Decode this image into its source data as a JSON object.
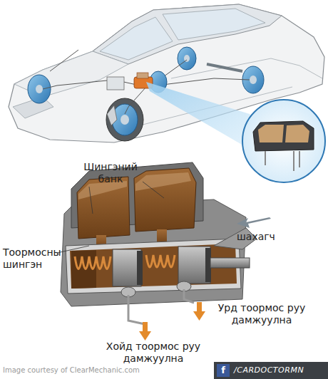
{
  "diagram": {
    "labels": [
      "Шингэний банк",
      "Тоормосны шингэн",
      "шахагч",
      "Урд тоормос руу дамжуулна",
      "Хойд тоормос руу дамжуулна",
      "Image courtesy of ClearMechanic.com",
      "f",
      "/CARDOCTORMN"
    ]
  }
}
